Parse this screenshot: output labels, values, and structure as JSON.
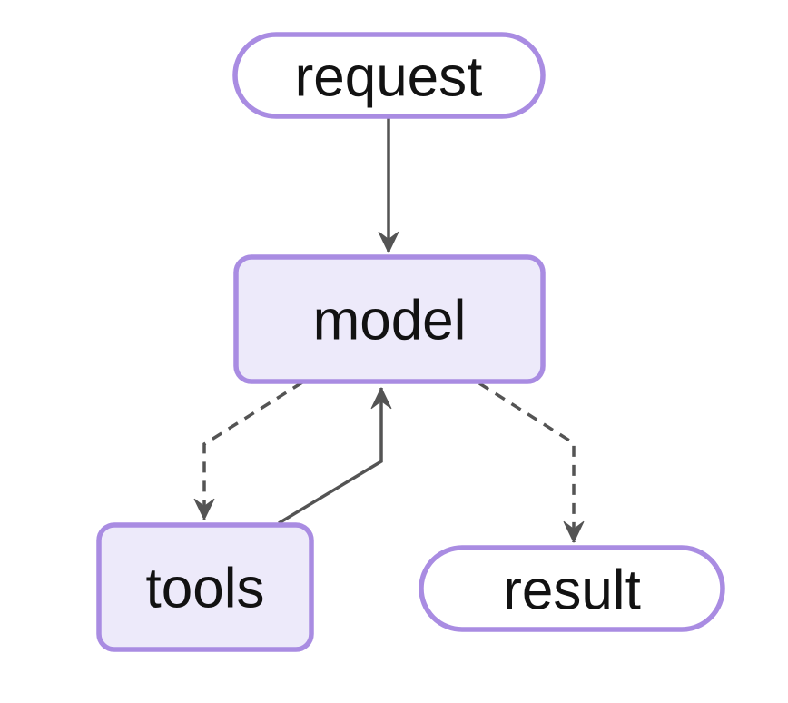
{
  "diagram": {
    "type": "flowchart",
    "direction": "top-down",
    "background_color": "#ffffff",
    "nodes": [
      {
        "id": "request",
        "label": "request",
        "shape": "stadium",
        "fill": "#ffffff",
        "border": "#a98ce2"
      },
      {
        "id": "model",
        "label": "model",
        "shape": "rounded-rect",
        "fill": "#edeafa",
        "border": "#a98ce2"
      },
      {
        "id": "tools",
        "label": "tools",
        "shape": "rounded-rect",
        "fill": "#edeafa",
        "border": "#a98ce2"
      },
      {
        "id": "result",
        "label": "result",
        "shape": "stadium",
        "fill": "#ffffff",
        "border": "#a98ce2"
      }
    ],
    "edges": [
      {
        "from": "request",
        "to": "model",
        "line": "solid",
        "arrowhead": "filled-dart",
        "color": "#545454"
      },
      {
        "from": "model",
        "to": "tools",
        "line": "dashed",
        "arrowhead": "filled-dart",
        "color": "#545454"
      },
      {
        "from": "tools",
        "to": "model",
        "line": "solid",
        "arrowhead": "filled-dart",
        "color": "#545454"
      },
      {
        "from": "model",
        "to": "result",
        "line": "dashed",
        "arrowhead": "filled-dart",
        "color": "#545454"
      }
    ],
    "colors": {
      "node_border": "#a98ce2",
      "node_fill_shaded": "#edeafa",
      "node_fill_plain": "#ffffff",
      "edge": "#545454",
      "text": "#121212"
    }
  }
}
